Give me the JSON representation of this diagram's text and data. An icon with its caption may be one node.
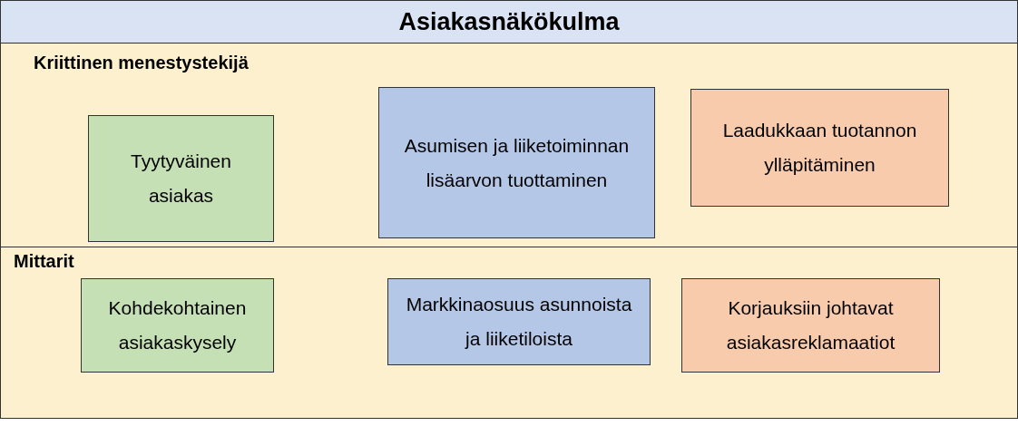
{
  "diagram": {
    "nodes": [
      {
        "text": [
          "Asiakasnäkökulma"
        ]
      },
      {
        "text": [
          "Kriittinen menestystekijä"
        ]
      },
      {
        "text": [
          "Tyytyväinen asiakas"
        ],
        "in": 1
      },
      {
        "text": [
          "Asumisen ja liiketoiminnan lisäarvon tuottaminen"
        ],
        "in": 1
      },
      {
        "text": [
          "Laadukkaan tuotannon ylläpitäminen"
        ],
        "in": 1
      },
      {
        "text": [
          "Mittarit"
        ]
      },
      {
        "text": [
          "Kohdekohtainen asiakaskysely"
        ],
        "in": 5
      },
      {
        "text": [
          "Markkinaosuus asunnoista ja liiketiloista"
        ],
        "in": 5
      },
      {
        "text": [
          "Korjauksiin johtavat asiakasreklamaatiot"
        ],
        "in": 5
      }
    ]
  }
}
